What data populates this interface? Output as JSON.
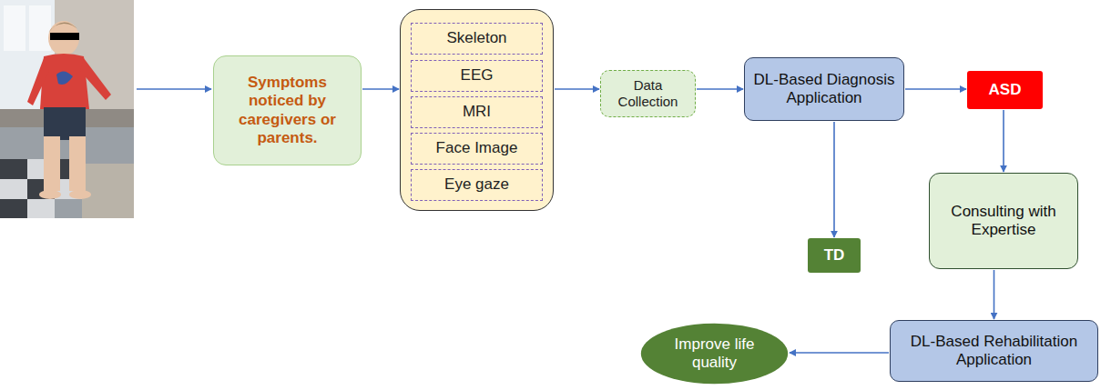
{
  "diagram": {
    "nodes": [
      {
        "text": [
          "Symptoms noticed by caregivers or parents."
        ]
      },
      {
        "text": []
      },
      {
        "text": [
          "Skeleton"
        ],
        "in": 1
      },
      {
        "text": [
          "EEG"
        ],
        "in": 1
      },
      {
        "text": [
          "MRI"
        ],
        "in": 1
      },
      {
        "text": [
          "Face Image"
        ],
        "in": 1
      },
      {
        "text": [
          "Eye gaze"
        ],
        "in": 1
      },
      {
        "text": [
          "Data Collection"
        ]
      },
      {
        "text": [
          "DL-Based Diagnosis Application"
        ]
      },
      {
        "text": [
          "ASD"
        ]
      },
      {
        "text": [
          "TD"
        ]
      },
      {
        "text": [
          "Consulting with Expertise"
        ]
      },
      {
        "text": [
          "DL-Based Rehabilitation Application"
        ]
      },
      {
        "text": [
          "Improve life quality"
        ]
      }
    ],
    "edges": [
      {
        "from": 0,
        "to": 1,
        "arrow": "to"
      },
      {
        "from": 1,
        "to": 7,
        "arrow": "to"
      },
      {
        "from": 7,
        "to": 8,
        "arrow": "to"
      },
      {
        "from": 8,
        "to": 9,
        "arrow": "to"
      },
      {
        "from": 8,
        "to": 10,
        "arrow": "to"
      },
      {
        "from": 9,
        "to": 11,
        "arrow": "to"
      },
      {
        "from": 11,
        "to": 12,
        "arrow": "to"
      },
      {
        "from": 12,
        "to": 13,
        "arrow": "to"
      }
    ]
  }
}
